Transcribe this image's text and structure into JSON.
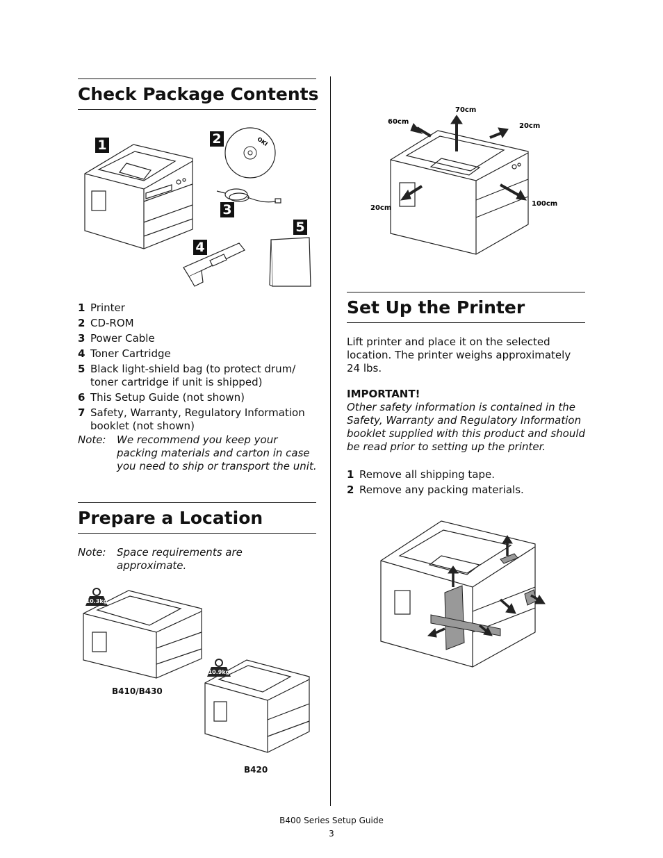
{
  "left": {
    "heading_contents": "Check Package Contents",
    "badges": [
      "1",
      "2",
      "3",
      "4",
      "5"
    ],
    "cd_brand": "OKI",
    "contents_items": [
      {
        "num": "1",
        "text": "Printer"
      },
      {
        "num": "2",
        "text": "CD-ROM"
      },
      {
        "num": "3",
        "text": "Power Cable"
      },
      {
        "num": "4",
        "text": "Toner Cartridge"
      },
      {
        "num": "5",
        "text": "Black light-shield bag (to protect drum/ toner cartridge if unit is shipped)"
      },
      {
        "num": "6",
        "text": "This Setup Guide (not shown)"
      },
      {
        "num": "7",
        "text": "Safety, Warranty, Regulatory Information booklet (not shown)"
      }
    ],
    "contents_note_label": "Note:",
    "contents_note_text": "We recommend you keep your packing materials and carton in case you need to ship or transport the unit.",
    "heading_location": "Prepare a Location",
    "location_note_label": "Note:",
    "location_note_text": "Space requirements are approximate.",
    "weight_a": "10.3kg",
    "weight_b": "10.9kg",
    "caption_a": "B410/B430",
    "caption_b": "B420"
  },
  "right": {
    "clearance": {
      "top": "70cm",
      "left": "60cm",
      "right": "20cm",
      "front_left": "20cm",
      "front_right": "100cm"
    },
    "heading_setup": "Set Up the Printer",
    "setup_intro": "Lift printer and place it on the selected location.  The printer weighs approximately 24 lbs.",
    "important_label": "IMPORTANT!",
    "important_text": "Other safety information is contained in the Safety, Warranty and Regulatory Information booklet supplied with this product and should be read prior to setting up the printer.",
    "steps": [
      {
        "num": "1",
        "text": "Remove all shipping tape."
      },
      {
        "num": "2",
        "text": "Remove any packing materials."
      }
    ]
  },
  "footer": {
    "title": "B400 Series Setup Guide",
    "page": "3"
  }
}
